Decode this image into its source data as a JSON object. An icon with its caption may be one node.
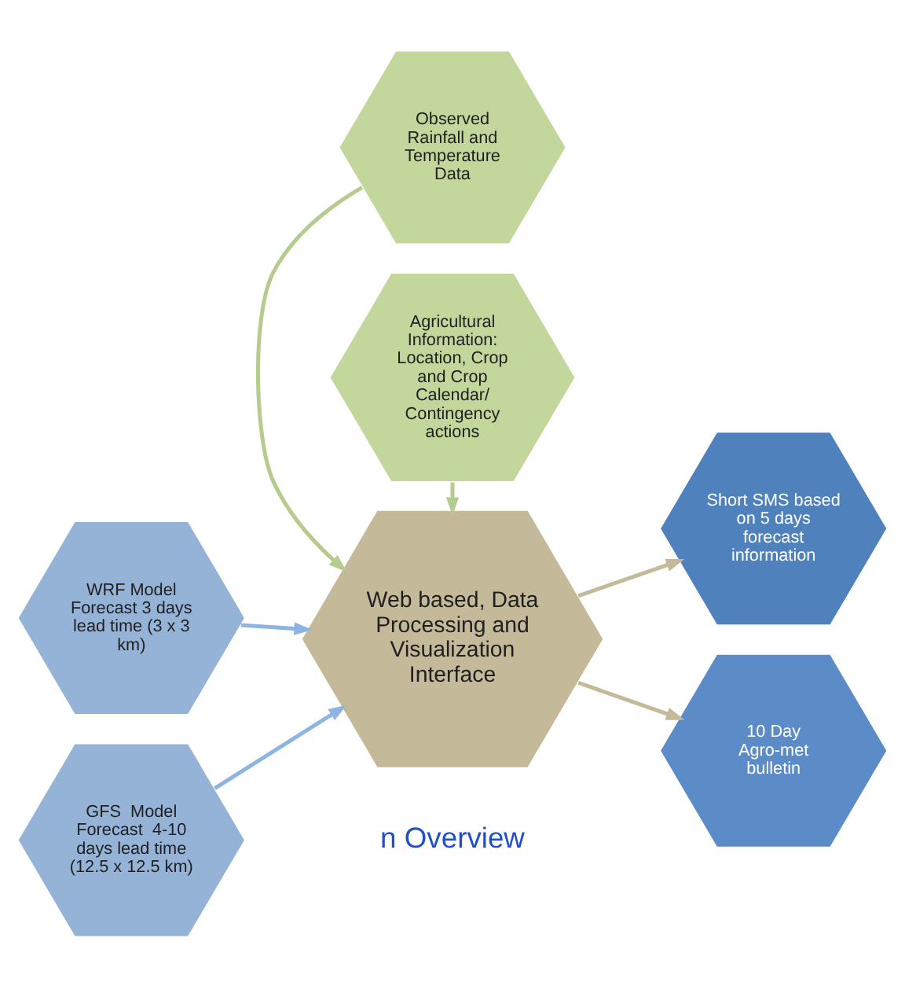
{
  "diagram": {
    "nodes": [
      {
        "text": [
          "Observed Rainfall and Temperature Data"
        ]
      },
      {
        "text": [
          "WRF Model Forecast 3 days lead time (3 x 3 km)"
        ]
      },
      {
        "text": [
          "Web based, Data Processing and Visualization Interface"
        ]
      },
      {
        "text": [
          "Short SMS based on 5 days forecast information"
        ]
      },
      {
        "text": [
          "GFS  Model Forecast  4-10 days lead time (12.5 x 12.5 km)"
        ]
      },
      {
        "text": [
          "10 Day Agro-met bulletin"
        ]
      },
      {
        "text": [
          "Agricultural Information: Location, Crop and Crop Calendar/ Contingency actions"
        ]
      }
    ],
    "edges": [
      {
        "from": 0,
        "to": 2,
        "arrow": "to",
        "color": "#b5cc8e"
      },
      {
        "from": 1,
        "to": 2,
        "arrow": "to",
        "color": "#8eb4e3"
      },
      {
        "from": 4,
        "to": 2,
        "arrow": "to",
        "color": "#8eb4e3"
      },
      {
        "from": 6,
        "to": 2,
        "arrow": "to",
        "color": "#b5cc8e"
      },
      {
        "from": 2,
        "to": 3,
        "arrow": "to",
        "color": "#c4b998"
      },
      {
        "from": 2,
        "to": 5,
        "arrow": "to",
        "color": "#c4b998"
      }
    ],
    "labels": [
      "n Overview"
    ]
  }
}
